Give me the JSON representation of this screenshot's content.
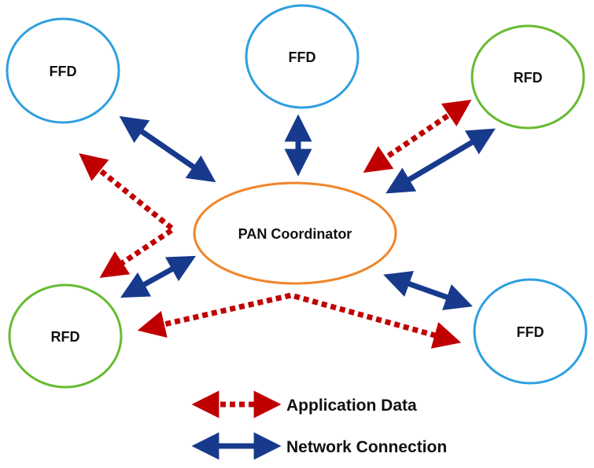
{
  "colors": {
    "ffd_border": "#2e9fe0",
    "rfd_border": "#66bb33",
    "coordinator_border": "#f0852a",
    "application_data": "#c00000",
    "network_connection": "#173a8c"
  },
  "nodes": {
    "top_left": "FFD",
    "top_center": "FFD",
    "top_right": "RFD",
    "bottom_left": "RFD",
    "bottom_right": "FFD",
    "coordinator": "PAN Coordinator"
  },
  "legend": {
    "application_data": "Application Data",
    "network_connection": "Network Connection"
  }
}
